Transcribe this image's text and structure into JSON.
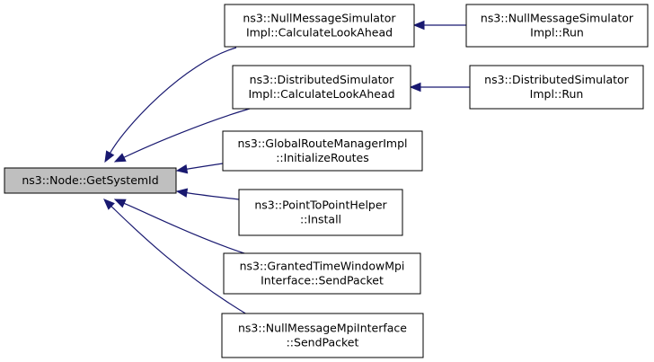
{
  "diagram": {
    "colors": {
      "edge": "#191970",
      "focus_fill": "#bfbfbf",
      "node_fill": "#ffffff",
      "border": "#000000"
    },
    "nodes": [
      {
        "id": "get-system-id",
        "lines": [
          "ns3::Node::GetSystemId"
        ],
        "focus": true
      },
      {
        "id": "nms-calc",
        "lines": [
          "ns3::NullMessageSimulator",
          "Impl::CalculateLookAhead"
        ]
      },
      {
        "id": "nms-run",
        "lines": [
          "ns3::NullMessageSimulator",
          "Impl::Run"
        ]
      },
      {
        "id": "ds-calc",
        "lines": [
          "ns3::DistributedSimulator",
          "Impl::CalculateLookAhead"
        ]
      },
      {
        "id": "ds-run",
        "lines": [
          "ns3::DistributedSimulator",
          "Impl::Run"
        ]
      },
      {
        "id": "grm-init",
        "lines": [
          "ns3::GlobalRouteManagerImpl",
          "::InitializeRoutes"
        ]
      },
      {
        "id": "p2p-install",
        "lines": [
          "ns3::PointToPointHelper",
          "::Install"
        ]
      },
      {
        "id": "gtw-send",
        "lines": [
          "ns3::GrantedTimeWindowMpi",
          "Interface::SendPacket"
        ]
      },
      {
        "id": "nmmpi-send",
        "lines": [
          "ns3::NullMessageMpiInterface",
          "::SendPacket"
        ]
      }
    ],
    "edges": [
      {
        "from": "nms-calc",
        "to": "get-system-id"
      },
      {
        "from": "ds-calc",
        "to": "get-system-id"
      },
      {
        "from": "grm-init",
        "to": "get-system-id"
      },
      {
        "from": "p2p-install",
        "to": "get-system-id"
      },
      {
        "from": "gtw-send",
        "to": "get-system-id"
      },
      {
        "from": "nmmpi-send",
        "to": "get-system-id"
      },
      {
        "from": "nms-run",
        "to": "nms-calc"
      },
      {
        "from": "ds-run",
        "to": "ds-calc"
      }
    ]
  }
}
